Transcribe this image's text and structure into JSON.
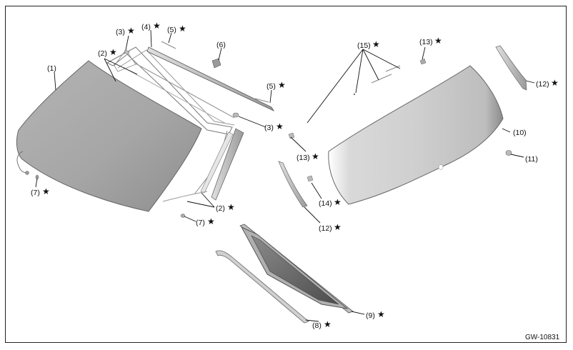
{
  "diagram": {
    "figure_code": "GW-10831",
    "star_symbol": "★",
    "callouts": [
      {
        "id": "c1",
        "text": "(1)",
        "star": false
      },
      {
        "id": "c2a",
        "text": "(2)",
        "star": true
      },
      {
        "id": "c2b",
        "text": "(2)",
        "star": true
      },
      {
        "id": "c3a",
        "text": "(3)",
        "star": true
      },
      {
        "id": "c3b",
        "text": "(3)",
        "star": true
      },
      {
        "id": "c4",
        "text": "(4)",
        "star": true
      },
      {
        "id": "c5a",
        "text": "(5)",
        "star": true
      },
      {
        "id": "c5b",
        "text": "(5)",
        "star": true
      },
      {
        "id": "c6",
        "text": "(6)",
        "star": false
      },
      {
        "id": "c7a",
        "text": "(7)",
        "star": true
      },
      {
        "id": "c7b",
        "text": "(7)",
        "star": true
      },
      {
        "id": "c8",
        "text": "(8)",
        "star": true
      },
      {
        "id": "c9",
        "text": "(9)",
        "star": true
      },
      {
        "id": "c10",
        "text": "(10)",
        "star": false
      },
      {
        "id": "c11",
        "text": "(11)",
        "star": false
      },
      {
        "id": "c12a",
        "text": "(12)",
        "star": true
      },
      {
        "id": "c12b",
        "text": "(12)",
        "star": true
      },
      {
        "id": "c13a",
        "text": "(13)",
        "star": true
      },
      {
        "id": "c13b",
        "text": "(13)",
        "star": true
      },
      {
        "id": "c14",
        "text": "(14)",
        "star": true
      },
      {
        "id": "c15",
        "text": "(15)",
        "star": true
      }
    ],
    "colors": {
      "glass_light": "#c9c9c9",
      "glass_dark": "#8f8f8f",
      "rear_glass_light": "#e2e2e2",
      "rear_glass_dark": "#9a9a9a",
      "quarter_glass": "#6b6b6b",
      "molding": "#b9b9b9",
      "outline": "#555555"
    }
  }
}
